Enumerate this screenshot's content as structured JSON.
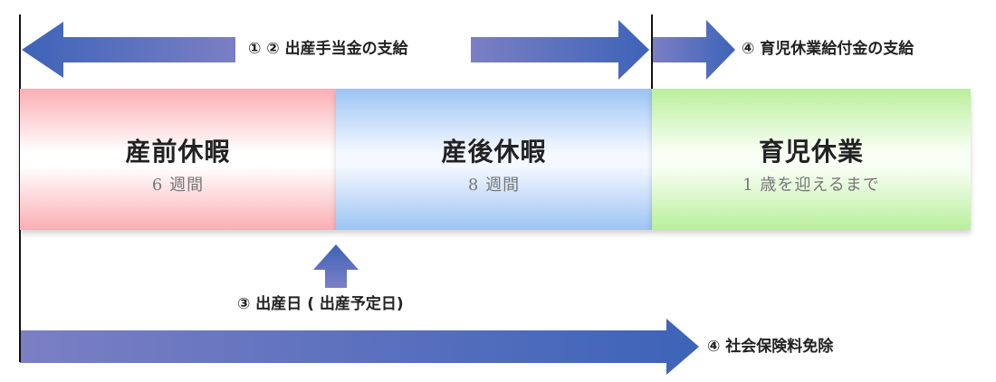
{
  "labels": {
    "birth_allowance": "① ② 出産手当金の支給",
    "childcare_benefit": "④ 育児休業給付金の支給",
    "birth_date": "③ 出産日 ( 出産予定日)",
    "social_insurance": "④ 社会保険料免除"
  },
  "periods": [
    {
      "title": "産前休暇",
      "subtitle": "6 週間"
    },
    {
      "title": "産後休暇",
      "subtitle": "8 週間"
    },
    {
      "title": "育児休業",
      "subtitle": "1 歳を迎えるまで"
    }
  ],
  "colors": {
    "arrow_start": "#7b7fc4",
    "arrow_end": "#3d63b8",
    "prenatal": "#fbaeb3",
    "postnatal": "#9cc4f4",
    "childcare": "#b9ef9c"
  }
}
